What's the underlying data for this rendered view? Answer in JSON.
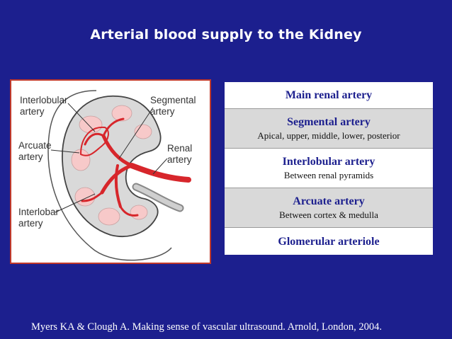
{
  "slide": {
    "title": "Arterial blood supply to the Kidney",
    "citation": "Myers KA & Clough A. Making sense of vascular ultrasound. Arnold, London, 2004."
  },
  "figure": {
    "labels": {
      "interlobular": "Interlobular\nartery",
      "segmental": "Segmental\nartery",
      "arcuate": "Arcuate\nartery",
      "renal": "Renal\nartery",
      "interlobar": "Interlobar\nartery"
    },
    "colors": {
      "artery": "#d7262b",
      "pyramid": "#f7c9c9",
      "cortex": "#d9d9d9",
      "frame": "#c0392b"
    }
  },
  "table": {
    "rows": [
      {
        "heading": "Main renal artery",
        "sub": ""
      },
      {
        "heading": "Segmental artery",
        "sub": "Apical, upper, middle, lower, posterior"
      },
      {
        "heading": "Interlobular artery",
        "sub": "Between renal pyramids"
      },
      {
        "heading": "Arcuate artery",
        "sub": "Between cortex & medulla"
      },
      {
        "heading": "Glomerular arteriole",
        "sub": ""
      }
    ]
  }
}
